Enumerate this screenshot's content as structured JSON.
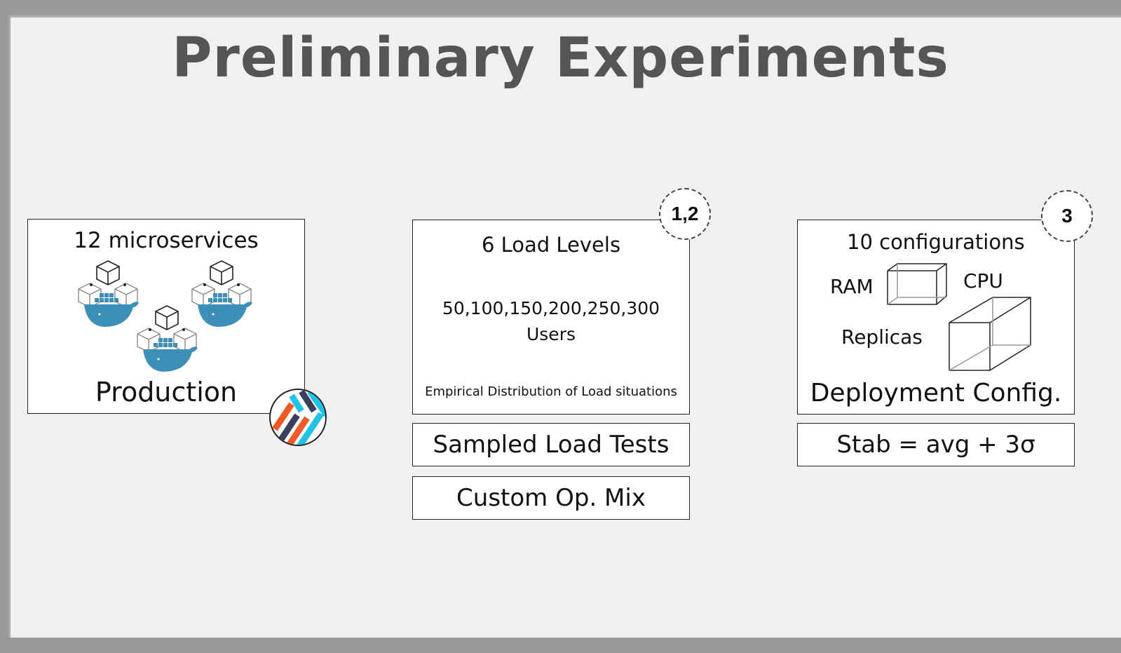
{
  "title": "Preliminary Experiments",
  "left_box": {
    "heading": "12 microservices",
    "footer": "Production",
    "icons": [
      "docker-cubes-icon",
      "docker-cubes-icon",
      "docker-cubes-icon",
      "zipkin-logo-icon"
    ]
  },
  "middle_box": {
    "heading": "6 Load Levels",
    "levels": "50,100,150,200,250,300",
    "unit": "Users",
    "note": "Empirical Distribution of Load situations",
    "badge": "1,2"
  },
  "middle_sub_boxes": [
    "Sampled Load Tests",
    "Custom Op. Mix"
  ],
  "right_box": {
    "heading": "10 configurations",
    "ram_label": "RAM",
    "cpu_label": "CPU",
    "replicas_label": "Replicas",
    "footer": "Deployment Config.",
    "badge": "3",
    "icons": [
      "cube-icon",
      "cube-icon"
    ]
  },
  "right_sub_box": "Stab = avg + 3σ",
  "colors": {
    "docker_blue": "#3d8fb8",
    "logo_orange": "#f05a28",
    "logo_cyan": "#1fc3e8",
    "logo_navy": "#3a3f5c"
  }
}
